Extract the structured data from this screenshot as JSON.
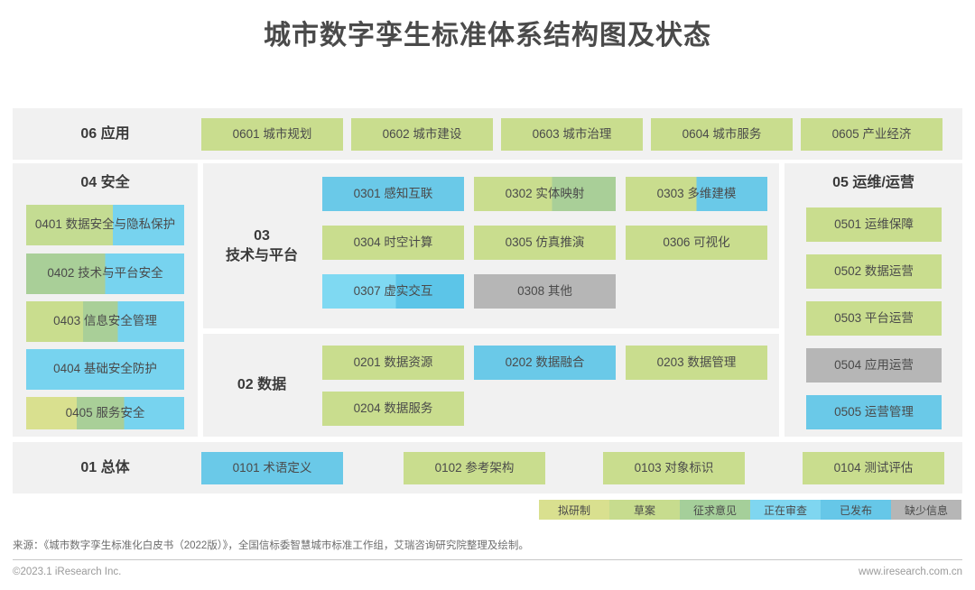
{
  "title": "城市数字孪生标准体系结构图及状态",
  "colors": {
    "bg_panel": "#f1f1f1",
    "status_planned": "#d9e08f",
    "status_draft": "#c7dc8e",
    "status_comment": "#a5cf9a",
    "status_review": "#7fd6f0",
    "status_published": "#66c7e8",
    "status_missing": "#b6b6b6",
    "page_bg": "#ffffff",
    "title": "#4a4a4a"
  },
  "legend": {
    "items": [
      {
        "label": "拟研制",
        "color": "#d9e08f"
      },
      {
        "label": "草案",
        "color": "#c7dc8e"
      },
      {
        "label": "征求意见",
        "color": "#a5cf9a"
      },
      {
        "label": "正在审查",
        "color": "#7fd6f0"
      },
      {
        "label": "已发布",
        "color": "#66c7e8"
      },
      {
        "label": "缺少信息",
        "color": "#b6b6b6"
      }
    ]
  },
  "sections": {
    "application": {
      "label": "06  应用",
      "items": [
        {
          "label": "0601 城市规划",
          "fill": "linear-gradient(90deg,#c9dd8e 0%,#c9dd8e 100%)"
        },
        {
          "label": "0602 城市建设",
          "fill": "linear-gradient(90deg,#c9dd8e 0%,#c9dd8e 100%)"
        },
        {
          "label": "0603 城市治理",
          "fill": "linear-gradient(90deg,#c9dd8e 0%,#c9dd8e 100%)"
        },
        {
          "label": "0604 城市服务",
          "fill": "linear-gradient(90deg,#c9dd8e 0%,#c9dd8e 100%)"
        },
        {
          "label": "0605 产业经济",
          "fill": "linear-gradient(90deg,#c9dd8e 0%,#c9dd8e 100%)"
        }
      ]
    },
    "security": {
      "label": "04  安全",
      "items": [
        {
          "label": "0401 数据安全与隐私保护",
          "fill": "linear-gradient(90deg,#c4dc92 0%,#c4dc92 55%,#77d3ef 55%,#77d3ef 100%)"
        },
        {
          "label": "0402 技术与平台安全",
          "fill": "linear-gradient(90deg,#a9cf98 0%,#a9cf98 50%,#77d3ef 50%,#77d3ef 100%)"
        },
        {
          "label": "0403 信息安全管理",
          "fill": "linear-gradient(90deg,#c9dd8e 0%,#c9dd8e 36%,#a9cf98 36%,#a9cf98 58%,#77d3ef 58%,#77d3ef 100%)"
        },
        {
          "label": "0404 基础安全防护",
          "fill": "linear-gradient(90deg,#77d3ef 0%,#77d3ef 100%)"
        },
        {
          "label": "0405 服务安全",
          "fill": "linear-gradient(90deg,#d9e08f 0%,#d9e08f 32%,#a9cf98 32%,#a9cf98 62%,#77d3ef 62%,#77d3ef 100%)"
        }
      ]
    },
    "tech": {
      "label": "03\n技术与平台",
      "label_line1": "03",
      "label_line2": "技术与平台",
      "items": [
        {
          "label": "0301 感知互联",
          "fill": "linear-gradient(90deg,#6ac9e8 0%,#6ac9e8 100%)"
        },
        {
          "label": "0302 实体映射",
          "fill": "linear-gradient(90deg,#c9dd8e 0%,#c9dd8e 55%,#a9cf98 55%,#a9cf98 100%)"
        },
        {
          "label": "0303 多维建模",
          "fill": "linear-gradient(90deg,#c9dd8e 0%,#c9dd8e 50%,#6ac9e8 50%,#6ac9e8 100%)"
        },
        {
          "label": "0304 时空计算",
          "fill": "linear-gradient(90deg,#c9dd8e 0%,#c9dd8e 100%)"
        },
        {
          "label": "0305 仿真推演",
          "fill": "linear-gradient(90deg,#c9dd8e 0%,#c9dd8e 100%)"
        },
        {
          "label": "0306 可视化",
          "fill": "linear-gradient(90deg,#c9dd8e 0%,#c9dd8e 100%)"
        },
        {
          "label": "0307 虚实交互",
          "fill": "linear-gradient(90deg,#7fd9f2 0%,#7fd9f2 52%,#5cc5e8 52%,#5cc5e8 100%)"
        },
        {
          "label": "0308 其他",
          "fill": "linear-gradient(90deg,#b6b6b6 0%,#b6b6b6 100%)"
        }
      ]
    },
    "data": {
      "label": "02 数据",
      "items": [
        {
          "label": "0201 数据资源",
          "fill": "linear-gradient(90deg,#c9dd8e 0%,#c9dd8e 100%)"
        },
        {
          "label": "0202 数据融合",
          "fill": "linear-gradient(90deg,#6ac9e8 0%,#6ac9e8 100%)"
        },
        {
          "label": "0203 数据管理",
          "fill": "linear-gradient(90deg,#c9dd8e 0%,#c9dd8e 100%)"
        },
        {
          "label": "0204 数据服务",
          "fill": "linear-gradient(90deg,#c9dd8e 0%,#c9dd8e 100%)"
        }
      ]
    },
    "ops": {
      "label": "05  运维/运营",
      "items": [
        {
          "label": "0501 运维保障",
          "fill": "linear-gradient(90deg,#c9dd8e 0%,#c9dd8e 100%)"
        },
        {
          "label": "0502 数据运营",
          "fill": "linear-gradient(90deg,#c9dd8e 0%,#c9dd8e 100%)"
        },
        {
          "label": "0503 平台运营",
          "fill": "linear-gradient(90deg,#c9dd8e 0%,#c9dd8e 100%)"
        },
        {
          "label": "0504 应用运营",
          "fill": "linear-gradient(90deg,#b6b6b6 0%,#b6b6b6 100%)"
        },
        {
          "label": "0505 运营管理",
          "fill": "linear-gradient(90deg,#6ac9e8 0%,#6ac9e8 100%)"
        }
      ]
    },
    "overall": {
      "label": "01 总体",
      "items": [
        {
          "label": "0101 术语定义",
          "fill": "linear-gradient(90deg,#6ac9e8 0%,#6ac9e8 100%)"
        },
        {
          "label": "0102 参考架构",
          "fill": "linear-gradient(90deg,#c9dd8e 0%,#c9dd8e 100%)"
        },
        {
          "label": "0103 对象标识",
          "fill": "linear-gradient(90deg,#c9dd8e 0%,#c9dd8e 100%)"
        },
        {
          "label": "0104 测试评估",
          "fill": "linear-gradient(90deg,#c9dd8e 0%,#c9dd8e 100%)"
        }
      ]
    }
  },
  "footer": {
    "source": "来源：《城市数字孪生标准化白皮书（2022版）》，全国信标委智慧城市标准工作组，艾瑞咨询研究院整理及绘制。",
    "copyright": "©2023.1 iResearch Inc.",
    "website": "www.iresearch.com.cn"
  }
}
